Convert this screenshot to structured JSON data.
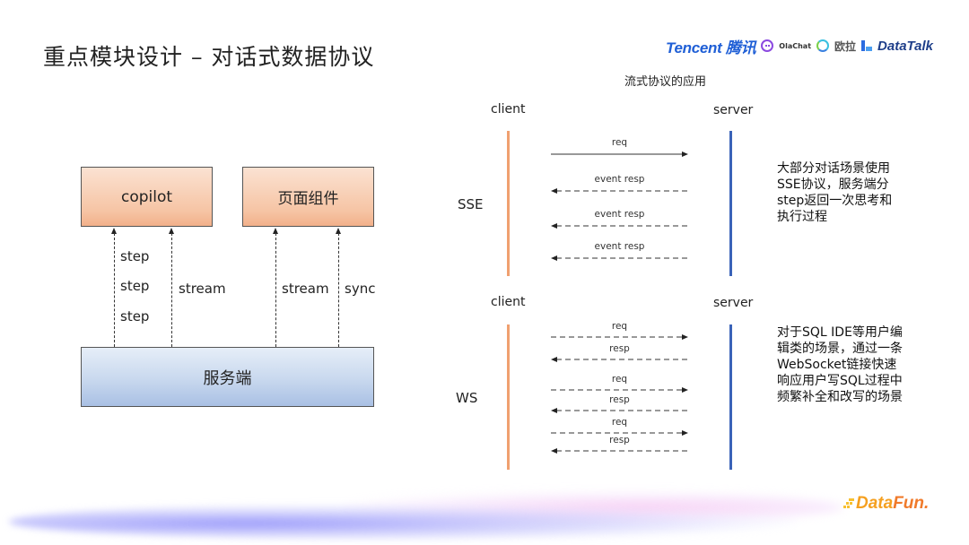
{
  "header": {
    "title": "重点模块设计  –  对话式数据协议",
    "logos": {
      "tencent": "Tencent 腾讯",
      "olachat": "OlaChat",
      "ola": "欧拉",
      "datatalk": "DataTalk"
    }
  },
  "left_diagram": {
    "top_boxes": [
      {
        "label": "copilot"
      },
      {
        "label": "页面组件"
      }
    ],
    "bottom_box": {
      "label": "服务端"
    },
    "connections": [
      {
        "from": "服务端",
        "to": "copilot",
        "labels": [
          "step",
          "step",
          "step"
        ]
      },
      {
        "from": "服务端",
        "to": "copilot",
        "labels": [
          "stream"
        ]
      },
      {
        "from": "服务端",
        "to": "页面组件",
        "labels": [
          "stream"
        ]
      },
      {
        "from": "服务端",
        "to": "页面组件",
        "labels": [
          "sync"
        ]
      }
    ]
  },
  "right_diagram": {
    "title": "流式协议的应用",
    "sections": [
      {
        "protocol": "SSE",
        "client_label": "client",
        "server_label": "server",
        "messages": [
          {
            "label": "req",
            "direction": "to-server",
            "style": "solid"
          },
          {
            "label": "event resp",
            "direction": "to-client",
            "style": "dashed"
          },
          {
            "label": "event resp",
            "direction": "to-client",
            "style": "dashed"
          },
          {
            "label": "event resp",
            "direction": "to-client",
            "style": "dashed"
          }
        ],
        "description": "大部分对话场景使用SSE协议，服务端分step返回一次思考和执行过程"
      },
      {
        "protocol": "WS",
        "client_label": "client",
        "server_label": "server",
        "messages": [
          {
            "label": "req",
            "direction": "to-server",
            "style": "dashed"
          },
          {
            "label": "resp",
            "direction": "to-client",
            "style": "dashed"
          },
          {
            "label": "req",
            "direction": "to-server",
            "style": "dashed"
          },
          {
            "label": "resp",
            "direction": "to-client",
            "style": "dashed"
          },
          {
            "label": "req",
            "direction": "to-server",
            "style": "dashed"
          },
          {
            "label": "resp",
            "direction": "to-client",
            "style": "dashed"
          }
        ],
        "description": "对于SQL IDE等用户编辑类的场景，通过一条WebSocket链接快速响应用户写SQL过程中频繁补全和改写的场景"
      }
    ]
  },
  "footer": {
    "brand": "DataFun.",
    "brand_main": "Data",
    "brand_tail": "Fun."
  },
  "colors": {
    "client_lifeline": "#f0a070",
    "server_lifeline": "#3a63b8",
    "box_orange": "#f6c4a4",
    "box_blue": "#c8d8ee"
  }
}
